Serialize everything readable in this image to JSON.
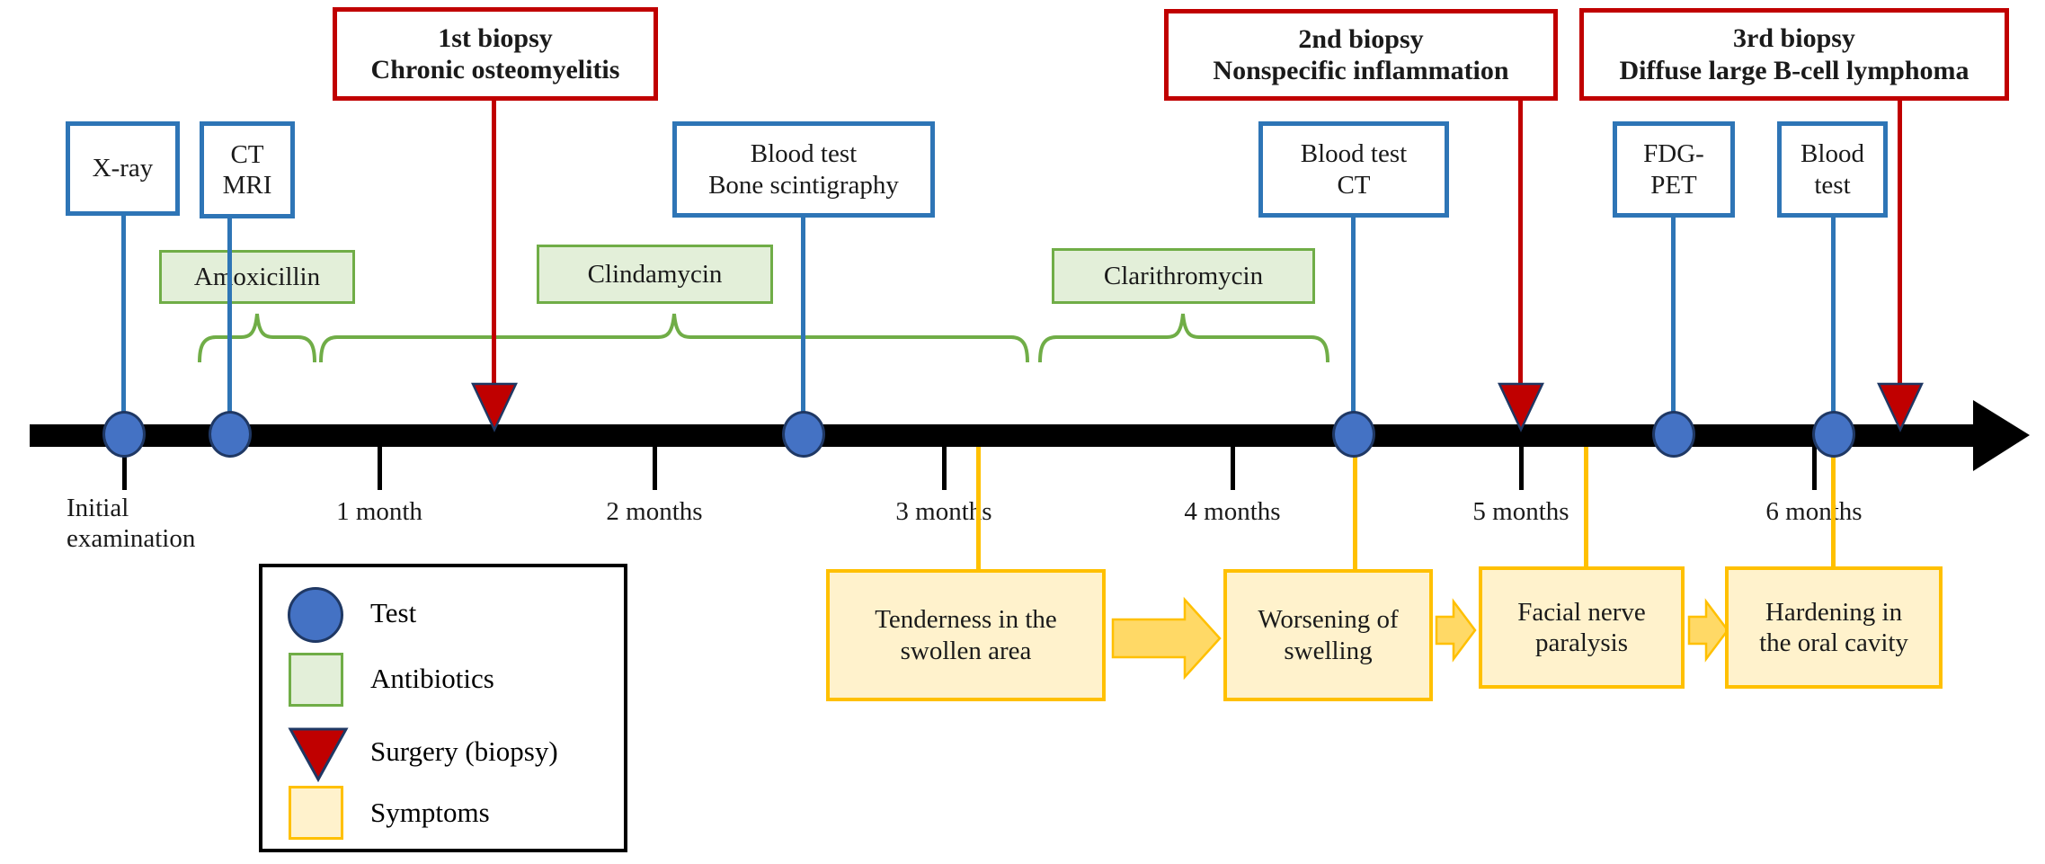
{
  "figure": {
    "type": "clinical-timeline-diagram"
  },
  "colors": {
    "test_marker_fill": "#4472c4",
    "test_box_border": "#2e75b6",
    "biopsy_red": "#c00000",
    "antibiotic_green_border": "#70ad47",
    "antibiotic_green_fill": "#e3efd9",
    "symptom_yellow_border": "#ffc000",
    "symptom_yellow_fill": "#fff2cc",
    "marker_outline_navy": "#1f3864",
    "axis_black": "#000000"
  },
  "biopsies": [
    {
      "label": "1st biopsy\nChronic osteomyelitis"
    },
    {
      "label": "2nd biopsy\nNonspecific inflammation"
    },
    {
      "label": "3rd biopsy\nDiffuse large B-cell lymphoma"
    }
  ],
  "tests": [
    {
      "label": "X-ray"
    },
    {
      "label": "CT\nMRI"
    },
    {
      "label": "Blood test\nBone scintigraphy"
    },
    {
      "label": "Blood test\nCT"
    },
    {
      "label": "FDG-\nPET"
    },
    {
      "label": "Blood\ntest"
    }
  ],
  "antibiotics": [
    {
      "label": "Amoxicillin"
    },
    {
      "label": "Clindamycin"
    },
    {
      "label": "Clarithromycin"
    }
  ],
  "symptoms": [
    {
      "label": "Tenderness in the\nswollen area"
    },
    {
      "label": "Worsening of\nswelling"
    },
    {
      "label": "Facial nerve\nparalysis"
    },
    {
      "label": "Hardening in\nthe oral cavity"
    }
  ],
  "timeline": {
    "ticks": [
      "Initial\nexamination",
      "1 month",
      "2 months",
      "3 months",
      "4 months",
      "5 months",
      "6 months"
    ]
  },
  "legend": {
    "items": [
      {
        "label": "Test"
      },
      {
        "label": "Antibiotics"
      },
      {
        "label": "Surgery (biopsy)"
      },
      {
        "label": "Symptoms"
      }
    ]
  }
}
